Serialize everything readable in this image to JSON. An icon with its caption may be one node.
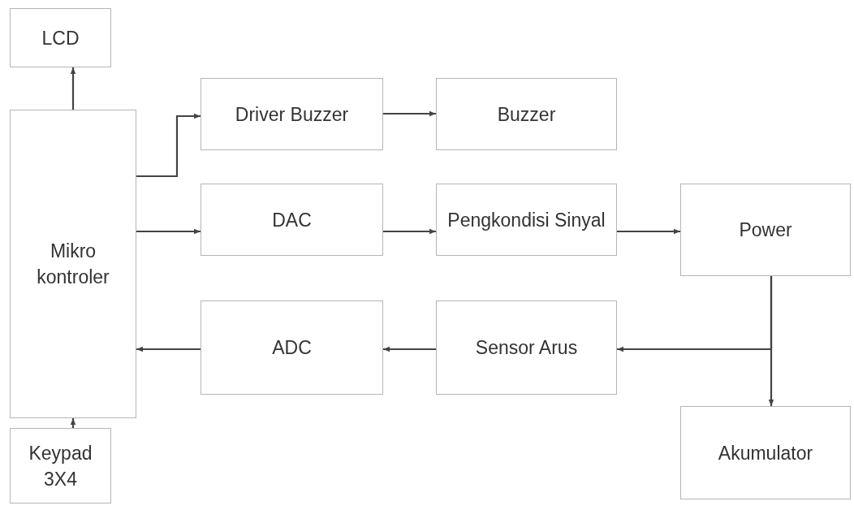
{
  "diagram": {
    "nodes": [
      {
        "text": [
          "LCD"
        ]
      },
      {
        "text": [
          "Driver Buzzer"
        ]
      },
      {
        "text": [
          "Buzzer"
        ]
      },
      {
        "text": [
          "Mikro kontroler"
        ]
      },
      {
        "text": [
          "DAC"
        ]
      },
      {
        "text": [
          "Pengkondisi Sinyal"
        ]
      },
      {
        "text": [
          "Power"
        ]
      },
      {
        "text": [
          "ADC"
        ]
      },
      {
        "text": [
          "Sensor Arus"
        ]
      },
      {
        "text": [
          "Keypad 3X4"
        ]
      },
      {
        "text": [
          "Akumulator"
        ]
      }
    ],
    "edges": [
      {
        "from": 3,
        "to": 0,
        "arrow": "to"
      },
      {
        "from": 3,
        "to": 1,
        "arrow": "to"
      },
      {
        "from": 1,
        "to": 2,
        "arrow": "to"
      },
      {
        "from": 3,
        "to": 4,
        "arrow": "to"
      },
      {
        "from": 4,
        "to": 5,
        "arrow": "to"
      },
      {
        "from": 5,
        "to": 6,
        "arrow": "to"
      },
      {
        "from": 6,
        "to": 10,
        "arrow": "to"
      },
      {
        "from": 6,
        "to": 8,
        "arrow": "to"
      },
      {
        "from": 8,
        "to": 7,
        "arrow": "to"
      },
      {
        "from": 7,
        "to": 3,
        "arrow": "to"
      },
      {
        "from": 9,
        "to": 3,
        "arrow": "to"
      }
    ]
  }
}
